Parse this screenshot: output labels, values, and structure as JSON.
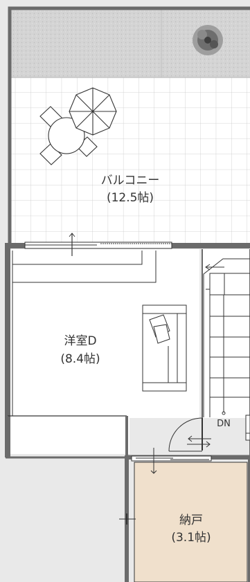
{
  "rooms": {
    "balcony": {
      "name": "バルコニー",
      "area": "(12.5帖)"
    },
    "western_room_d": {
      "name": "洋室D",
      "area": "(8.4帖)"
    },
    "storage": {
      "name": "納戸",
      "area": "(3.1帖)"
    }
  },
  "stairs": {
    "direction_label": "DN"
  },
  "colors": {
    "background": "#e9e9e9",
    "wall": "#6b6b6b",
    "floor": "#ffffff",
    "storage_floor": "#f0e0cc",
    "gravel": "#d6d6d6",
    "tile_line": "#c9c9c9",
    "line": "#333333"
  }
}
